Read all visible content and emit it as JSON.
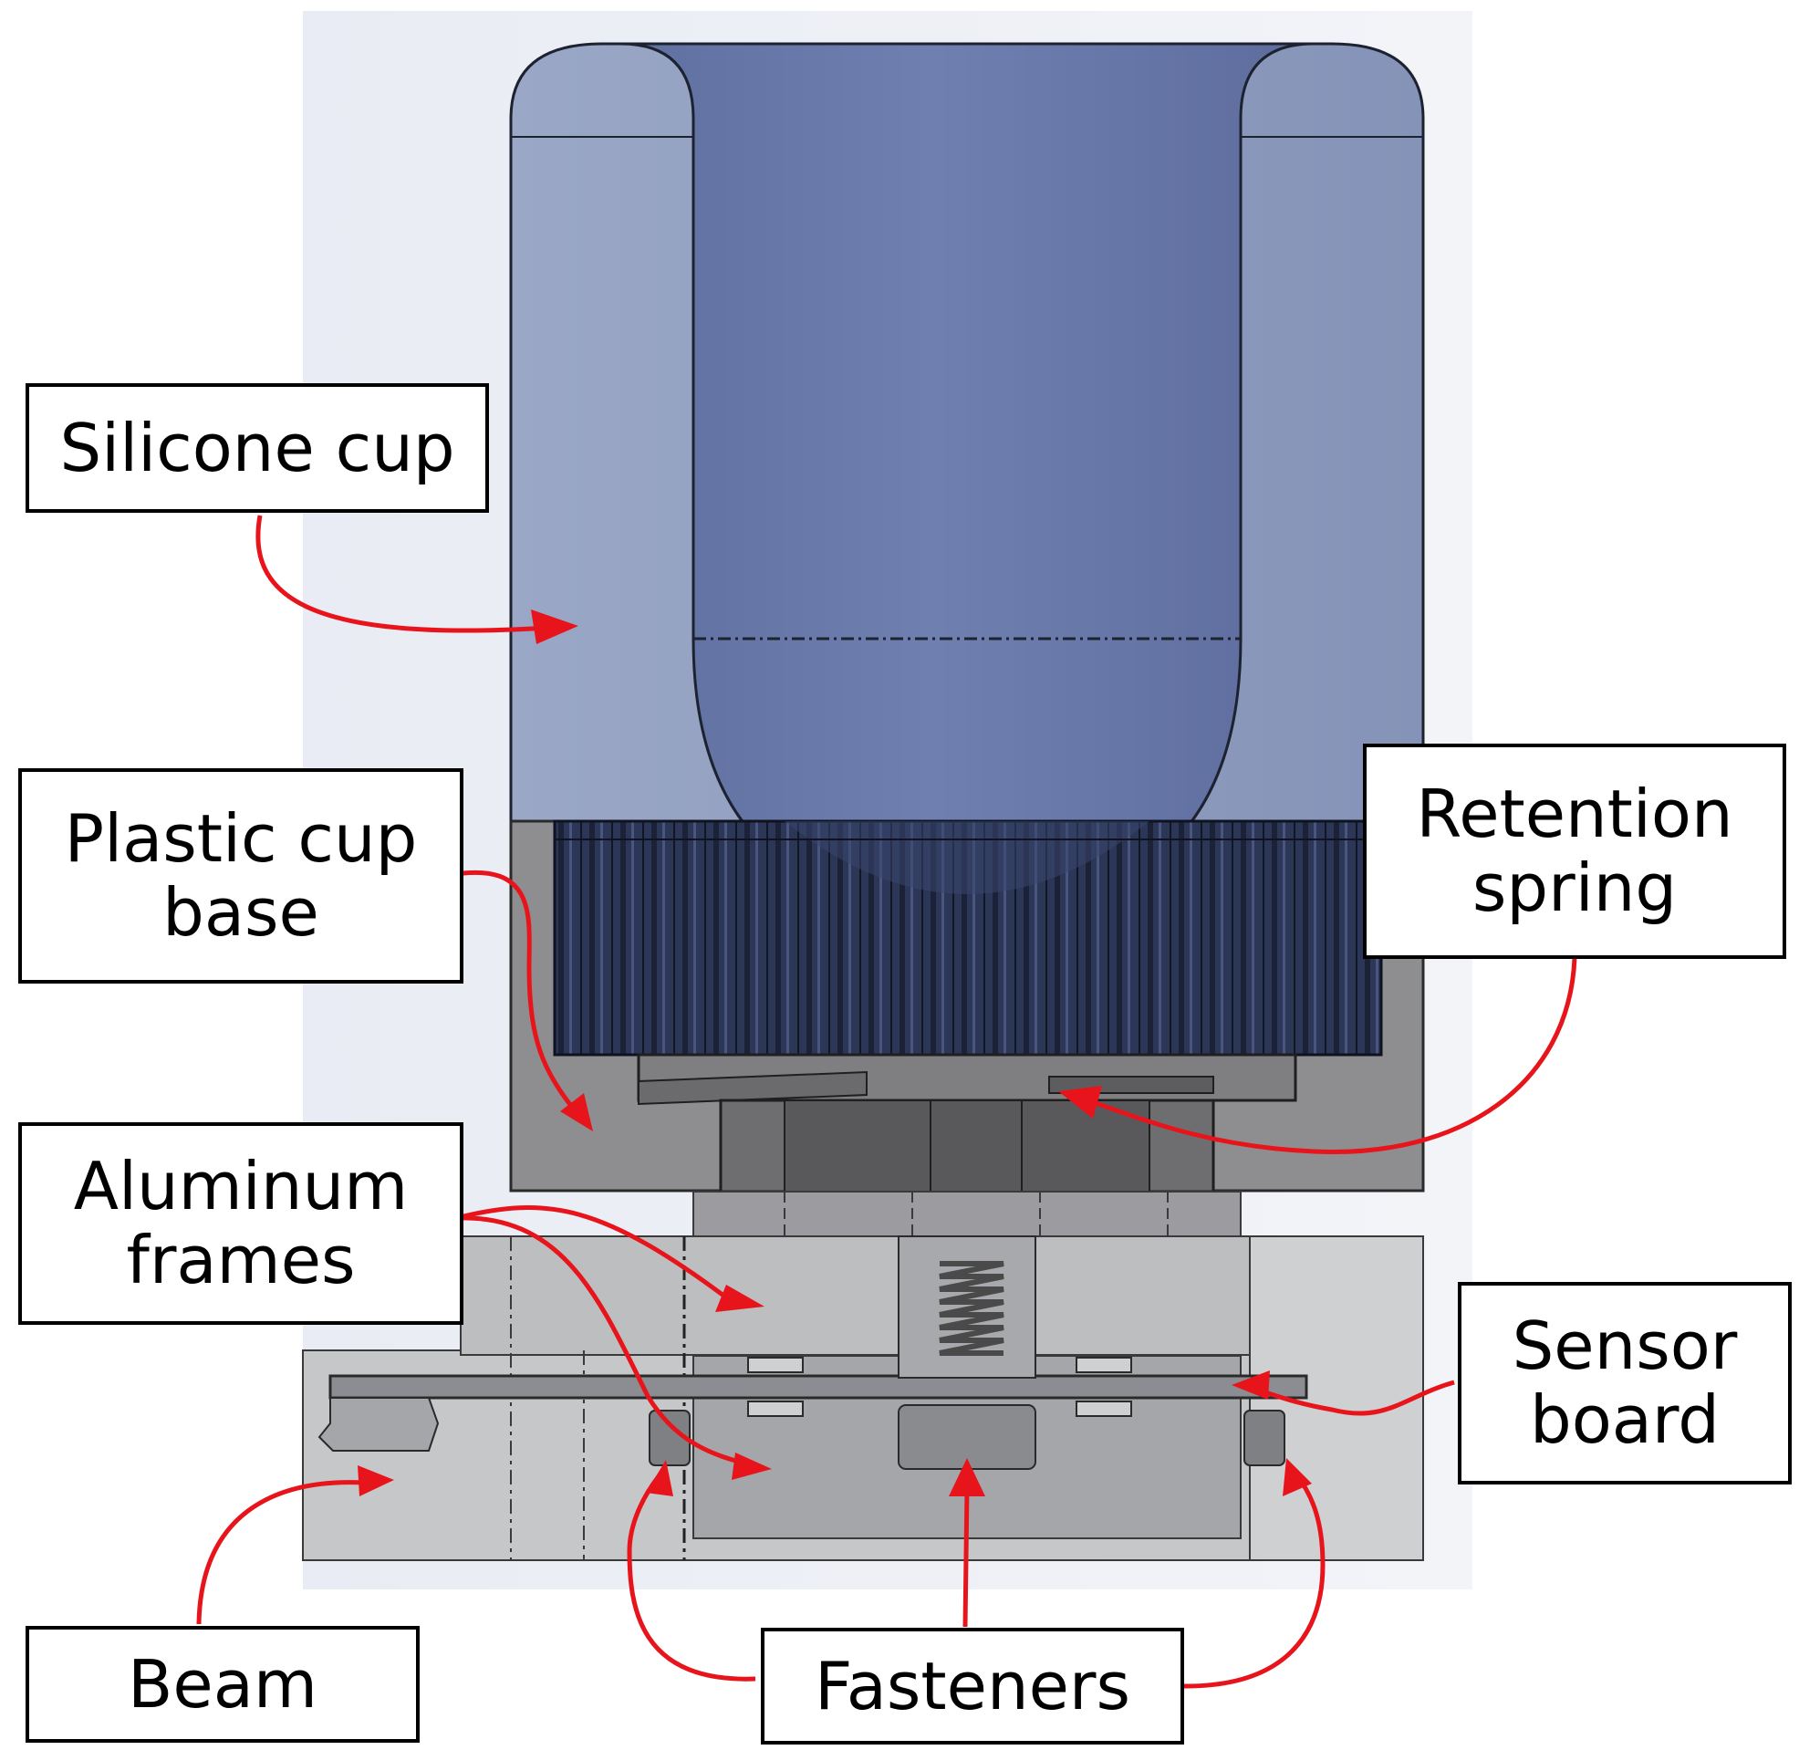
{
  "colors": {
    "cup_outer": "#8e9cbe",
    "cup_inner": "#6777a8",
    "spring_dark": "#2b3552",
    "gray_part": "#8d8d8f",
    "light_gray": "#c4c5c7",
    "arrow": "#e8141b"
  },
  "labels": {
    "silicone_cup": "Silicone cup",
    "plastic_cup_base": [
      "Plastic cup",
      "base"
    ],
    "retention_spring": [
      "Retention",
      "spring"
    ],
    "aluminum_frames": [
      "Aluminum",
      "frames"
    ],
    "sensor_board": [
      "Sensor",
      "board"
    ],
    "beam": "Beam",
    "fasteners": "Fasteners"
  }
}
